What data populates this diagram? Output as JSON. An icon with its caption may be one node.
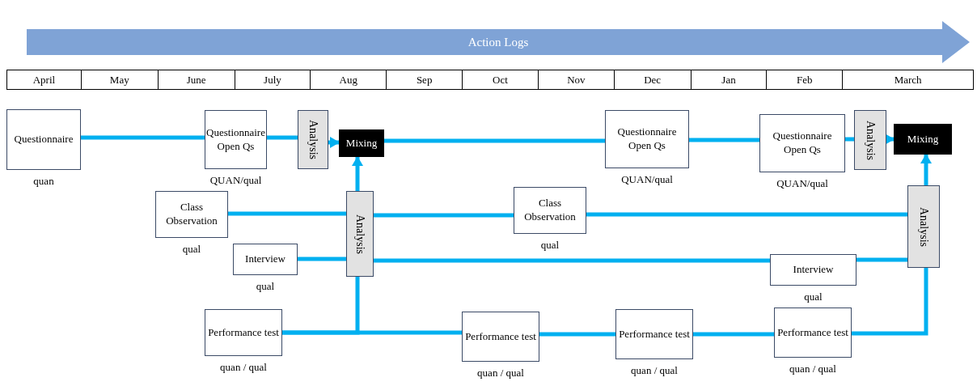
{
  "diagram": {
    "nodes": [
      {
        "text": [
          "Action Logs"
        ]
      },
      {
        "text": [
          "Questionnaire"
        ],
        "beside": [
          "quan"
        ]
      },
      {
        "text": [
          "Questionnaire Open Qs"
        ],
        "beside": [
          "QUAN/qual"
        ]
      },
      {
        "text": [
          "Analysis"
        ]
      },
      {
        "text": [
          "Mixing"
        ]
      },
      {
        "text": [
          "Class Observation"
        ],
        "beside": [
          "qual"
        ]
      },
      {
        "text": [
          "Interview"
        ],
        "beside": [
          "qual"
        ]
      },
      {
        "text": [
          "Analysis"
        ]
      },
      {
        "text": [
          "Performance test"
        ],
        "beside": [
          "quan / qual"
        ]
      },
      {
        "text": [
          "Questionnaire Open Qs"
        ],
        "beside": [
          "QUAN/qual"
        ]
      },
      {
        "text": [
          "Class Observation"
        ],
        "beside": [
          "qual"
        ]
      },
      {
        "text": [
          "Questionnaire Open Qs"
        ],
        "beside": [
          "QUAN/qual"
        ]
      },
      {
        "text": [
          "Analysis"
        ]
      },
      {
        "text": [
          "Mixing"
        ]
      },
      {
        "text": [
          "Analysis"
        ]
      },
      {
        "text": [
          "Interview"
        ],
        "beside": [
          "qual"
        ]
      },
      {
        "text": [
          "Performance test"
        ],
        "beside": [
          "quan / qual"
        ]
      },
      {
        "text": [
          "Performance test"
        ],
        "beside": [
          "quan / qual"
        ]
      },
      {
        "text": [
          "Performance test"
        ],
        "beside": [
          "quan / qual"
        ]
      }
    ],
    "edges": [
      {
        "from": 1,
        "to": 2,
        "arrow": "none"
      },
      {
        "from": 2,
        "to": 3,
        "arrow": "none"
      },
      {
        "from": 3,
        "to": 4,
        "arrow": "to"
      },
      {
        "from": 4,
        "to": 9,
        "arrow": "none"
      },
      {
        "from": 9,
        "to": 11,
        "arrow": "none"
      },
      {
        "from": 11,
        "to": 12,
        "arrow": "none"
      },
      {
        "from": 12,
        "to": 13,
        "arrow": "to"
      },
      {
        "from": 5,
        "to": 7,
        "arrow": "none"
      },
      {
        "from": 7,
        "to": 10,
        "arrow": "none"
      },
      {
        "from": 10,
        "to": 14,
        "arrow": "none"
      },
      {
        "from": 6,
        "to": 7,
        "arrow": "none"
      },
      {
        "from": 7,
        "to": 15,
        "arrow": "none"
      },
      {
        "from": 15,
        "to": 14,
        "arrow": "none"
      },
      {
        "from": 7,
        "to": 4,
        "arrow": "to"
      },
      {
        "from": 14,
        "to": 13,
        "arrow": "to"
      },
      {
        "from": 8,
        "to": 7,
        "arrow": "none"
      },
      {
        "from": 8,
        "to": 16,
        "arrow": "none"
      },
      {
        "from": 16,
        "to": 17,
        "arrow": "none"
      },
      {
        "from": 17,
        "to": 18,
        "arrow": "none"
      },
      {
        "from": 18,
        "to": 14,
        "arrow": "none"
      }
    ],
    "labels": [
      "April",
      "May",
      "June",
      "July",
      "Aug",
      "Sep",
      "Oct",
      "Nov",
      "Dec",
      "Jan",
      "Feb",
      "March"
    ]
  }
}
